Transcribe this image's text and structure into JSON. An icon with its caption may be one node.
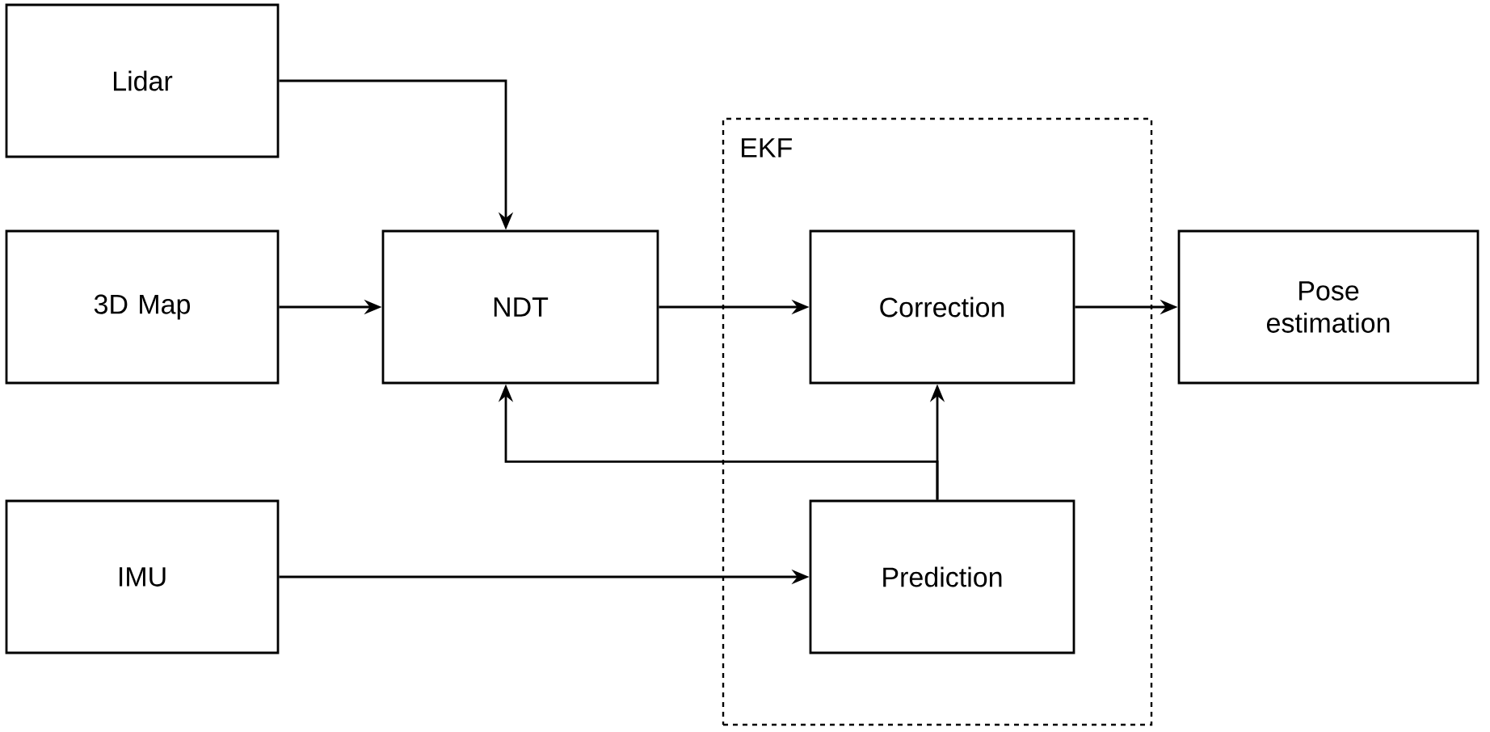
{
  "diagram": {
    "nodes": [
      {
        "text": [
          "Lidar"
        ]
      },
      {
        "text": [
          "3D Map"
        ]
      },
      {
        "text": [
          "IMU"
        ]
      },
      {
        "text": [
          "NDT"
        ]
      },
      {
        "text": [
          "EKF"
        ]
      },
      {
        "text": [
          "Correction"
        ],
        "in": 4
      },
      {
        "text": [
          "Prediction"
        ],
        "in": 4
      },
      {
        "text": [
          "Pose estimation"
        ]
      }
    ],
    "edges": [
      {
        "from": 0,
        "to": 3,
        "arrow": "to"
      },
      {
        "from": 1,
        "to": 3,
        "arrow": "to"
      },
      {
        "from": 3,
        "to": 5,
        "arrow": "to"
      },
      {
        "from": 5,
        "to": 7,
        "arrow": "to"
      },
      {
        "from": 2,
        "to": 6,
        "arrow": "to"
      },
      {
        "from": 6,
        "to": 5,
        "arrow": "to"
      },
      {
        "from": 6,
        "to": 3,
        "arrow": "to"
      }
    ]
  }
}
